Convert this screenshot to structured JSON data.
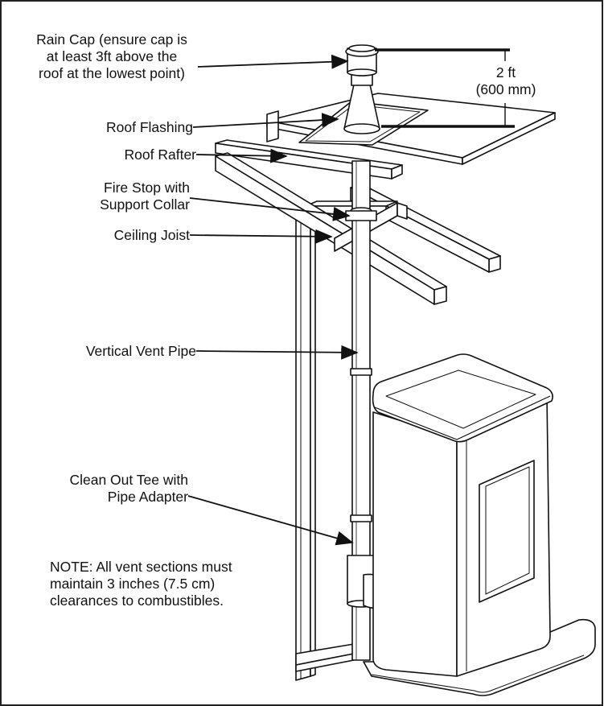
{
  "labels": {
    "rain_cap": [
      "Rain Cap (ensure cap is",
      "at least 3ft above the",
      "roof at the lowest point)"
    ],
    "roof_flashing": "Roof Flashing",
    "roof_rafter": "Roof Rafter",
    "fire_stop": [
      "Fire Stop with",
      "Support Collar"
    ],
    "ceiling_joist": "Ceiling Joist",
    "vertical_vent_pipe": "Vertical Vent Pipe",
    "clean_out_tee": [
      "Clean Out Tee with",
      "Pipe Adapter"
    ],
    "height_dimension": [
      "2 ft",
      "(600 mm)"
    ],
    "note": [
      "NOTE: All vent sections must",
      "maintain 3 inches (7.5 cm)",
      "clearances to combustibles."
    ]
  },
  "colors": {
    "line": "#111111",
    "background": "#ffffff",
    "frame": "#222222"
  }
}
